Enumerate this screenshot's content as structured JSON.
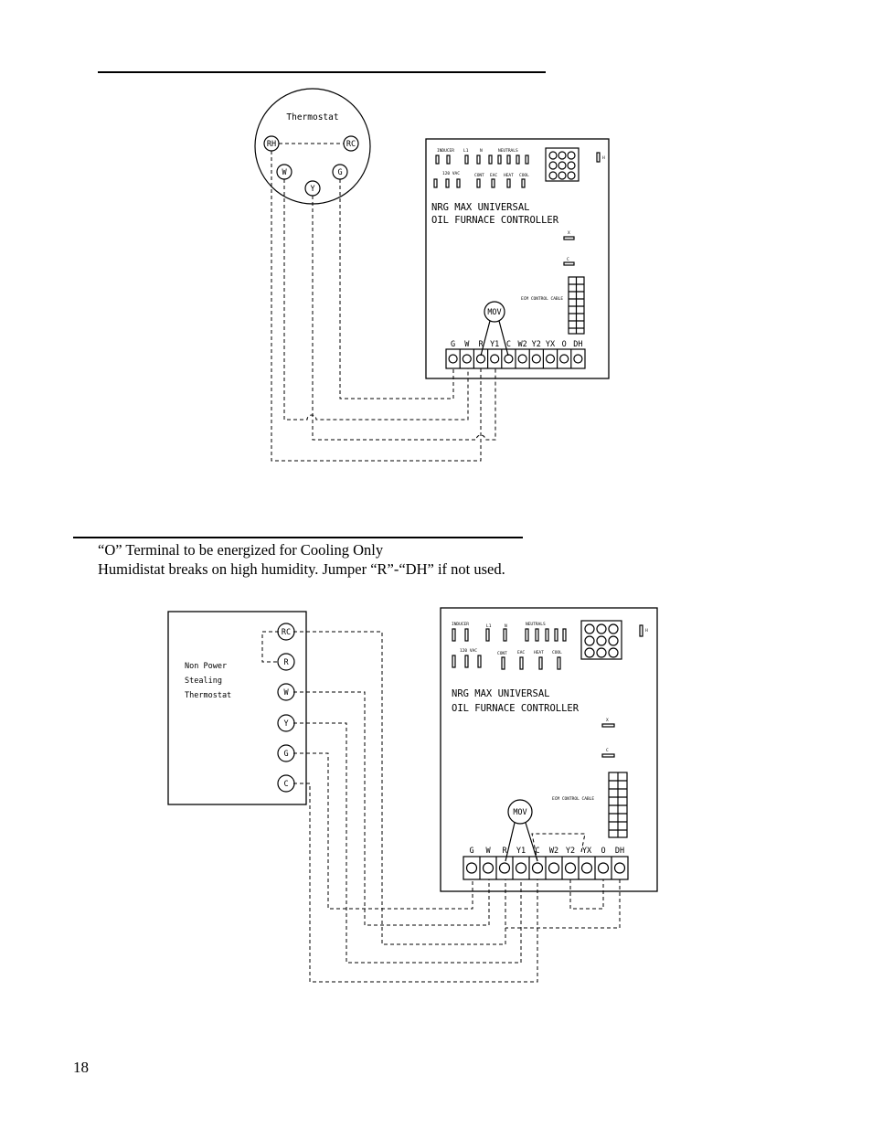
{
  "page": {
    "number": "18",
    "notes": [
      "“O” Terminal to be energized for Cooling Only",
      "Humidistat breaks on high humidity.  Jumper  “R”-“DH” if not used."
    ]
  },
  "board": {
    "title_line1": "NRG MAX UNIVERSAL",
    "title_line2": "OIL FURNACE CONTROLLER",
    "mov_label": "MOV",
    "ecm_label": "ECM CONTROL CABLE",
    "top_labels": [
      "INDUCER",
      "L1",
      "N",
      "NEUTRALS"
    ],
    "mid_labels": [
      "120 VAC",
      "CONT",
      "EAC",
      "HEAT",
      "COOL"
    ],
    "side_label": "H",
    "jumper_labels": [
      "X",
      "C"
    ],
    "terminals": [
      "G",
      "W",
      "R",
      "Y1",
      "C",
      "W2",
      "Y2",
      "YX",
      "O",
      "DH"
    ]
  },
  "diagram1": {
    "thermostat_title": "Thermostat",
    "thermostat_terminals": [
      "RH",
      "RC",
      "W",
      "G",
      "Y"
    ]
  },
  "diagram2": {
    "thermostat_lines": [
      "Non Power",
      "Stealing",
      "Thermostat"
    ],
    "thermostat_terminals": [
      "RC",
      "R",
      "W",
      "Y",
      "G",
      "C"
    ]
  },
  "colors": {
    "ink": "#000000",
    "paper": "#ffffff"
  }
}
